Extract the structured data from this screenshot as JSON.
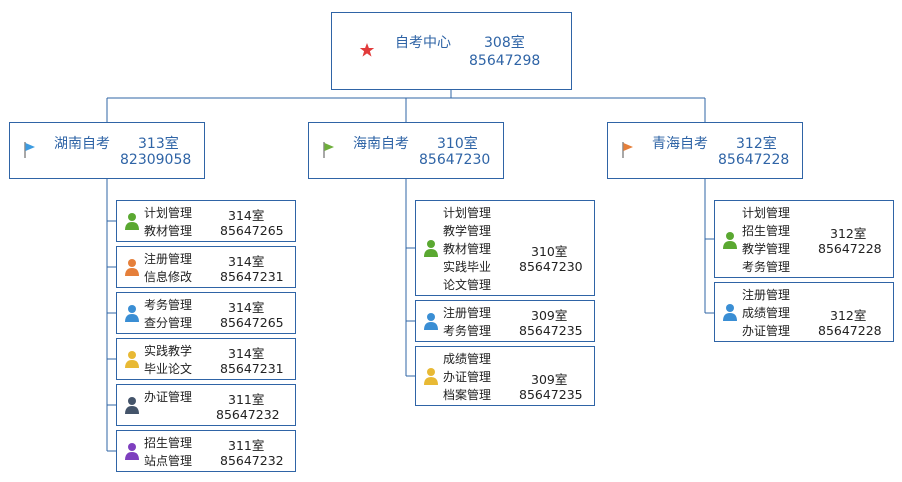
{
  "root": {
    "name": "自考中心",
    "room": "308室",
    "phone": "85647298"
  },
  "branches": [
    {
      "name": "湖南自考",
      "room": "313室",
      "phone": "82309058",
      "flag_color": "#3d9be0",
      "children": [
        {
          "lines": [
            "计划管理",
            "教材管理"
          ],
          "room": "314室",
          "phone": "85647265",
          "icon_color": "#5aa831"
        },
        {
          "lines": [
            "注册管理",
            "信息修改"
          ],
          "room": "314室",
          "phone": "85647231",
          "icon_color": "#e57f3a"
        },
        {
          "lines": [
            "考务管理",
            "查分管理"
          ],
          "room": "314室",
          "phone": "85647265",
          "icon_color": "#3a8ed4"
        },
        {
          "lines": [
            "实践教学",
            "毕业论文"
          ],
          "room": "314室",
          "phone": "85647231",
          "icon_color": "#e8b934"
        },
        {
          "lines": [
            "办证管理"
          ],
          "room": "311室",
          "phone": "85647232",
          "icon_color": "#44546a"
        },
        {
          "lines": [
            "招生管理",
            "站点管理"
          ],
          "room": "311室",
          "phone": "85647232",
          "icon_color": "#7e3fbf"
        }
      ]
    },
    {
      "name": "海南自考",
      "room": "310室",
      "phone": "85647230",
      "flag_color": "#6eae3a",
      "children": [
        {
          "lines": [
            "计划管理",
            "教学管理",
            "教材管理",
            "实践毕业",
            "论文管理"
          ],
          "room": "310室",
          "phone": "85647230",
          "icon_color": "#5aa831"
        },
        {
          "lines": [
            "注册管理",
            "考务管理"
          ],
          "room": "309室",
          "phone": "85647235",
          "icon_color": "#3a8ed4"
        },
        {
          "lines": [
            "成绩管理",
            "办证管理",
            "档案管理"
          ],
          "room": "309室",
          "phone": "85647235",
          "icon_color": "#e8b934"
        }
      ]
    },
    {
      "name": "青海自考",
      "room": "312室",
      "phone": "85647228",
      "flag_color": "#e57f3a",
      "children": [
        {
          "lines": [
            "计划管理",
            "招生管理",
            "教学管理",
            "考务管理"
          ],
          "room": "312室",
          "phone": "85647228",
          "icon_color": "#5aa831"
        },
        {
          "lines": [
            "注册管理",
            "成绩管理",
            "办证管理"
          ],
          "room": "312室",
          "phone": "85647228",
          "icon_color": "#3a8ed4"
        }
      ]
    }
  ]
}
